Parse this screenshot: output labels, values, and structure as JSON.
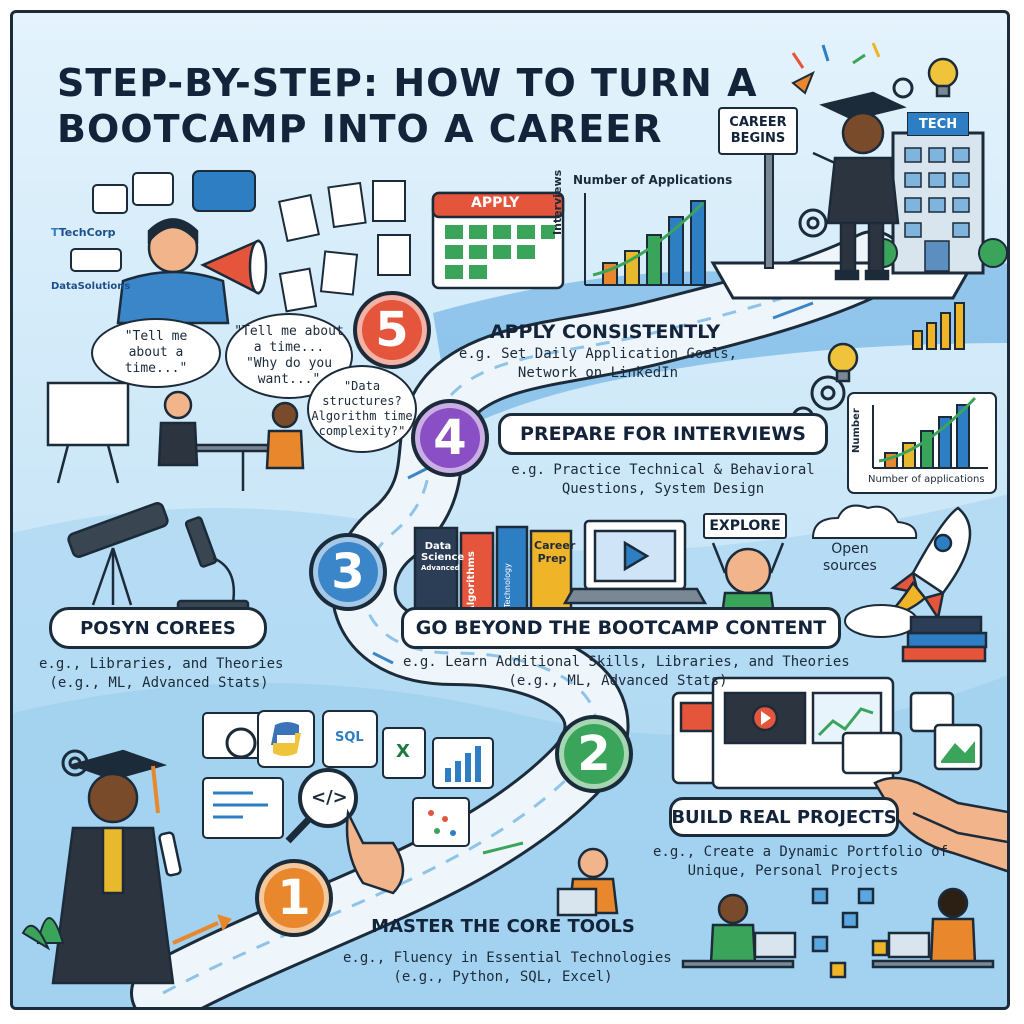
{
  "title": {
    "line1": "STEP-BY-STEP: HOW TO TURN A",
    "line2": "BOOTCAMP INTO A CAREER"
  },
  "colors": {
    "step1": "#e8872c",
    "step2": "#3aa55a",
    "step3": "#3b86c9",
    "step4": "#8a4fc4",
    "step5": "#e4553b",
    "road": "#eef6fb",
    "accent_blue": "#2e7ec4",
    "outline": "#1c2b3a"
  },
  "steps": [
    {
      "number": "1",
      "title": "MASTER THE CORE TOOLS",
      "desc_line1": "e.g., Fluency in Essential Technologies",
      "desc_line2": "(e.g., Python, SQL, Excel)"
    },
    {
      "number": "2",
      "title": "BUILD REAL PROJECTS",
      "desc_line1": "e.g., Create a Dynamic Portfolio of",
      "desc_line2": "Unique, Personal Projects"
    },
    {
      "number": "3",
      "title": "GO BEYOND THE BOOTCAMP CONTENT",
      "desc_line1": "e.g. Learn Additional Skills, Libraries, and Theories",
      "desc_line2": "(e.g., ML, Advanced Stats)"
    },
    {
      "number": "4",
      "title": "PREPARE FOR INTERVIEWS",
      "desc_line1": "e.g. Practice Technical & Behavioral",
      "desc_line2": "Questions, System Design"
    },
    {
      "number": "5",
      "title": "APPLY CONSISTENTLY",
      "desc_line1": "e.g. Set Daily Application Goals,",
      "desc_line2": "Network on LinkedIn"
    }
  ],
  "side_panel": {
    "title": "POSYN COREES",
    "desc_line1": "e.g., Libraries, and Theories",
    "desc_line2": "(e.g., ML, Advanced Stats)"
  },
  "speech_bubbles": {
    "b1": "\"Tell me about a time...\"",
    "b2_line1": "\"Tell me about",
    "b2_line2": "a time...",
    "b2_line3": "\"Why do you want...\"",
    "b3_line1": "\"Data",
    "b3_line2": "structures?",
    "b3_line3": "Algorithm time",
    "b3_line4": "complexity?\""
  },
  "companies": {
    "techcorp": "TechCorp",
    "datasolutions": "DataSolutions"
  },
  "calendar": {
    "label": "APPLY"
  },
  "charts": {
    "top_title": "Number of Applications",
    "top_ylabel": "Interviews",
    "right_ylabel": "Number",
    "right_xlabel": "Number of applications"
  },
  "signs": {
    "career": "CAREER BEGINS",
    "tech": "TECH",
    "explore": "EXPLORE",
    "open_sources_line1": "Open",
    "open_sources_line2": "sources"
  },
  "books": {
    "book1_line1": "Data",
    "book1_line2": "Science",
    "book1_line3": "Advanced",
    "book2": "Algorithms",
    "book3_line1": "Career",
    "book3_line2": "Prep",
    "spine": "Technology"
  },
  "tools": {
    "sql": "SQL",
    "excel": "X",
    "code": "</>"
  }
}
